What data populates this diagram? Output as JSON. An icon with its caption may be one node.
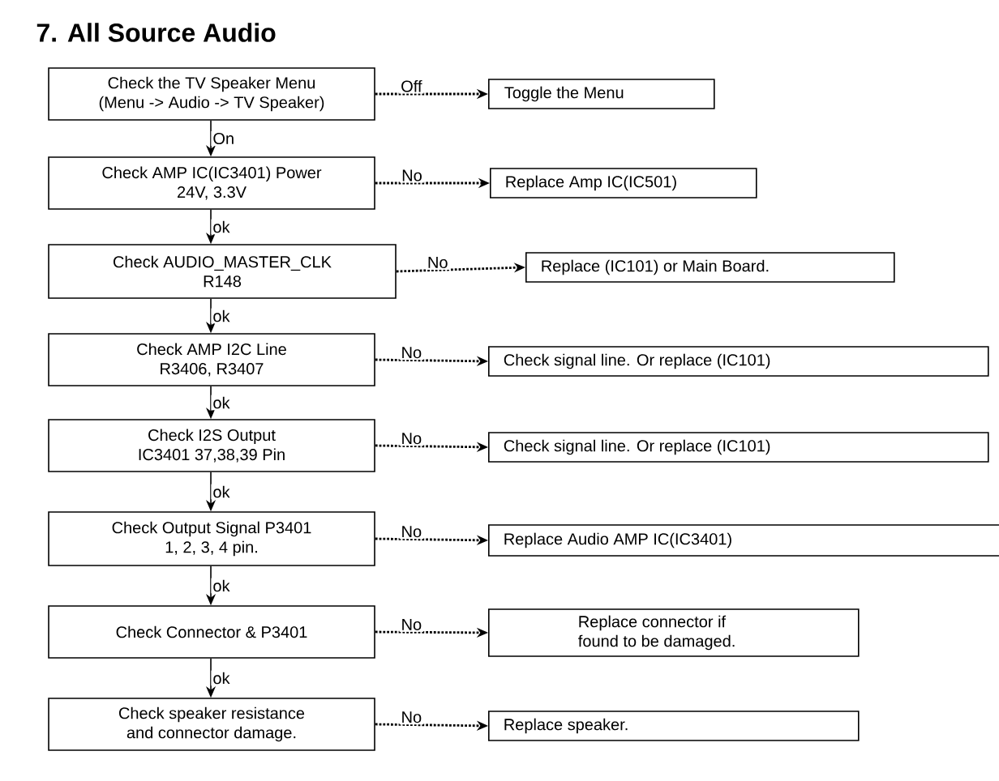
{
  "diagram": {
    "title": "7. All Source Audio",
    "nodes": [
      {
        "text": [
          "Check the TV Speaker Menu (Menu -> Audio -> TV Speaker)"
        ]
      },
      {
        "text": [
          "Toggle the Menu"
        ]
      },
      {
        "text": [
          "Check AMP IC(IC3401) Power 24V, 3.3V"
        ]
      },
      {
        "text": [
          "Replace Amp IC(IC501)"
        ]
      },
      {
        "text": [
          "Check AUDIO_MASTER_CLK R148"
        ]
      },
      {
        "text": [
          "Replace (IC101) or Main Board."
        ]
      },
      {
        "text": [
          "Check AMP I2C Line R3406, R3407"
        ]
      },
      {
        "text": [
          "Check signal line. Or replace (IC101)"
        ]
      },
      {
        "text": [
          "Check I2S Output IC3401 37,38,39 Pin"
        ]
      },
      {
        "text": [
          "Check signal line. Or replace (IC101)"
        ]
      },
      {
        "text": [
          "Check Output Signal P3401 1, 2, 3, 4 pin."
        ]
      },
      {
        "text": [
          "Replace Audio AMP IC(IC3401)"
        ]
      },
      {
        "text": [
          "Check Connector & P3401"
        ]
      },
      {
        "text": [
          "Replace connector if found to be damaged."
        ]
      },
      {
        "text": [
          "Check speaker resistance and connector damage."
        ]
      },
      {
        "text": [
          "Replace speaker."
        ]
      }
    ],
    "edges": [
      {
        "from": 0,
        "to": 1,
        "arrow": "to",
        "label": "Off",
        "style": "dashed"
      },
      {
        "from": 0,
        "to": 2,
        "arrow": "to",
        "label": "On"
      },
      {
        "from": 2,
        "to": 3,
        "arrow": "to",
        "label": "No",
        "style": "dashed"
      },
      {
        "from": 2,
        "to": 4,
        "arrow": "to",
        "label": "ok"
      },
      {
        "from": 4,
        "to": 5,
        "arrow": "to",
        "label": "No",
        "style": "dashed"
      },
      {
        "from": 4,
        "to": 6,
        "arrow": "to",
        "label": "ok"
      },
      {
        "from": 6,
        "to": 7,
        "arrow": "to",
        "label": "No",
        "style": "dashed"
      },
      {
        "from": 6,
        "to": 8,
        "arrow": "to",
        "label": "ok"
      },
      {
        "from": 8,
        "to": 9,
        "arrow": "to",
        "label": "No",
        "style": "dashed"
      },
      {
        "from": 8,
        "to": 10,
        "arrow": "to",
        "label": "ok"
      },
      {
        "from": 10,
        "to": 11,
        "arrow": "to",
        "label": "No",
        "style": "dashed"
      },
      {
        "from": 10,
        "to": 12,
        "arrow": "to",
        "label": "ok"
      },
      {
        "from": 12,
        "to": 13,
        "arrow": "to",
        "label": "No",
        "style": "dashed"
      },
      {
        "from": 12,
        "to": 14,
        "arrow": "to",
        "label": "ok"
      },
      {
        "from": 14,
        "to": 15,
        "arrow": "to",
        "label": "No",
        "style": "dashed"
      }
    ]
  }
}
